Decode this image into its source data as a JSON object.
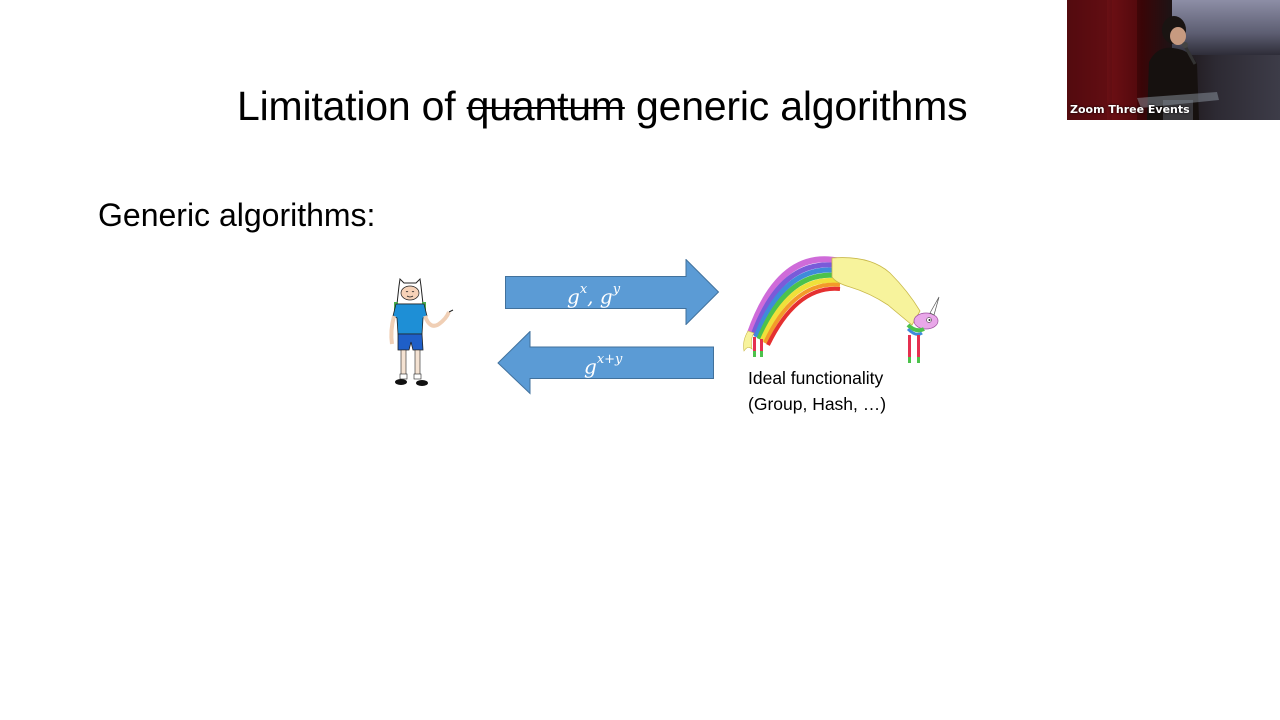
{
  "slide": {
    "title": {
      "prefix": "Limitation of ",
      "struck_word": "quantum",
      "suffix": " generic algorithms"
    },
    "subheading": "Generic algorithms:",
    "diagram": {
      "left_figure": "cartoon-boy-character",
      "right_figure": "rainbow-unicorn-character",
      "arrow_right": {
        "direction": "right",
        "label_base_1": "g",
        "label_exp_1": "x",
        "label_sep": ", ",
        "label_base_2": "g",
        "label_exp_2": "y",
        "color": "#5b9bd5"
      },
      "arrow_left": {
        "direction": "left",
        "label_base": "g",
        "label_exp": "x+y",
        "color": "#5b9bd5"
      },
      "caption_line1": "Ideal functionality",
      "caption_line2": "(Group, Hash, …)"
    }
  },
  "webcam": {
    "label": "Zoom Three Events"
  }
}
